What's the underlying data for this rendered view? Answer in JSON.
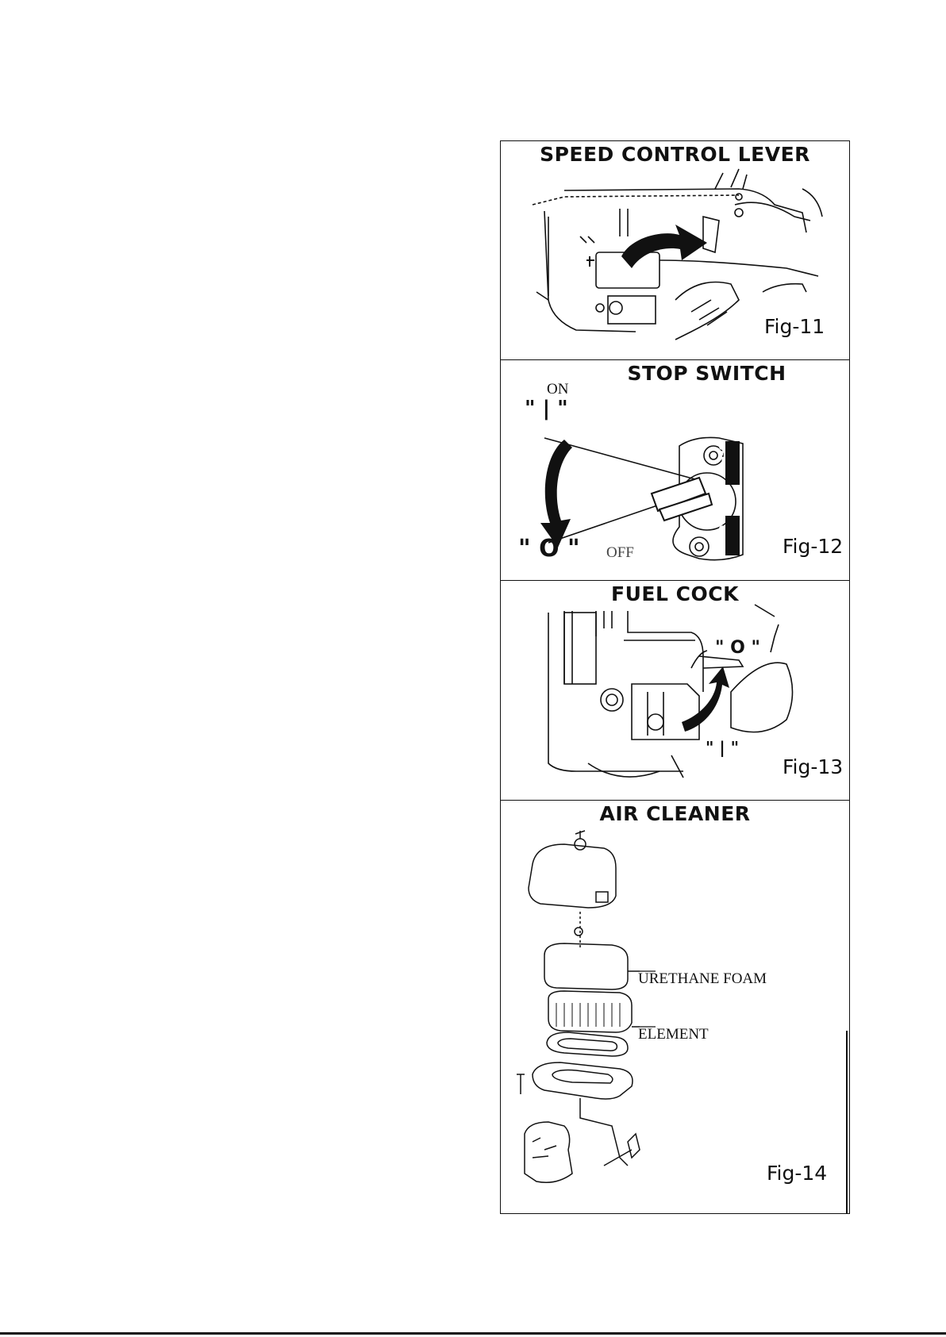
{
  "panels": {
    "speed": {
      "title": "SPEED CONTROL LEVER",
      "fig": "Fig-11"
    },
    "stop": {
      "title": "STOP SWITCH",
      "fig": "Fig-12",
      "on_label": "ON",
      "off_label": "OFF",
      "on_symbol": "\" | \"",
      "off_symbol": "\" O \"",
      "switch_off_text": "OFF",
      "switch_on_text": "I ON"
    },
    "fuel": {
      "title": "FUEL COCK",
      "fig": "Fig-13",
      "open_symbol": "\" O \"",
      "close_symbol": "\" | \""
    },
    "air": {
      "title": "AIR CLEANER",
      "fig": "Fig-14",
      "foam_label": "URETHANE FOAM",
      "element_label": "ELEMENT"
    }
  },
  "icons": [
    "speed-lever-illustration",
    "stop-switch-illustration",
    "fuel-cock-illustration",
    "air-cleaner-exploded-illustration"
  ]
}
